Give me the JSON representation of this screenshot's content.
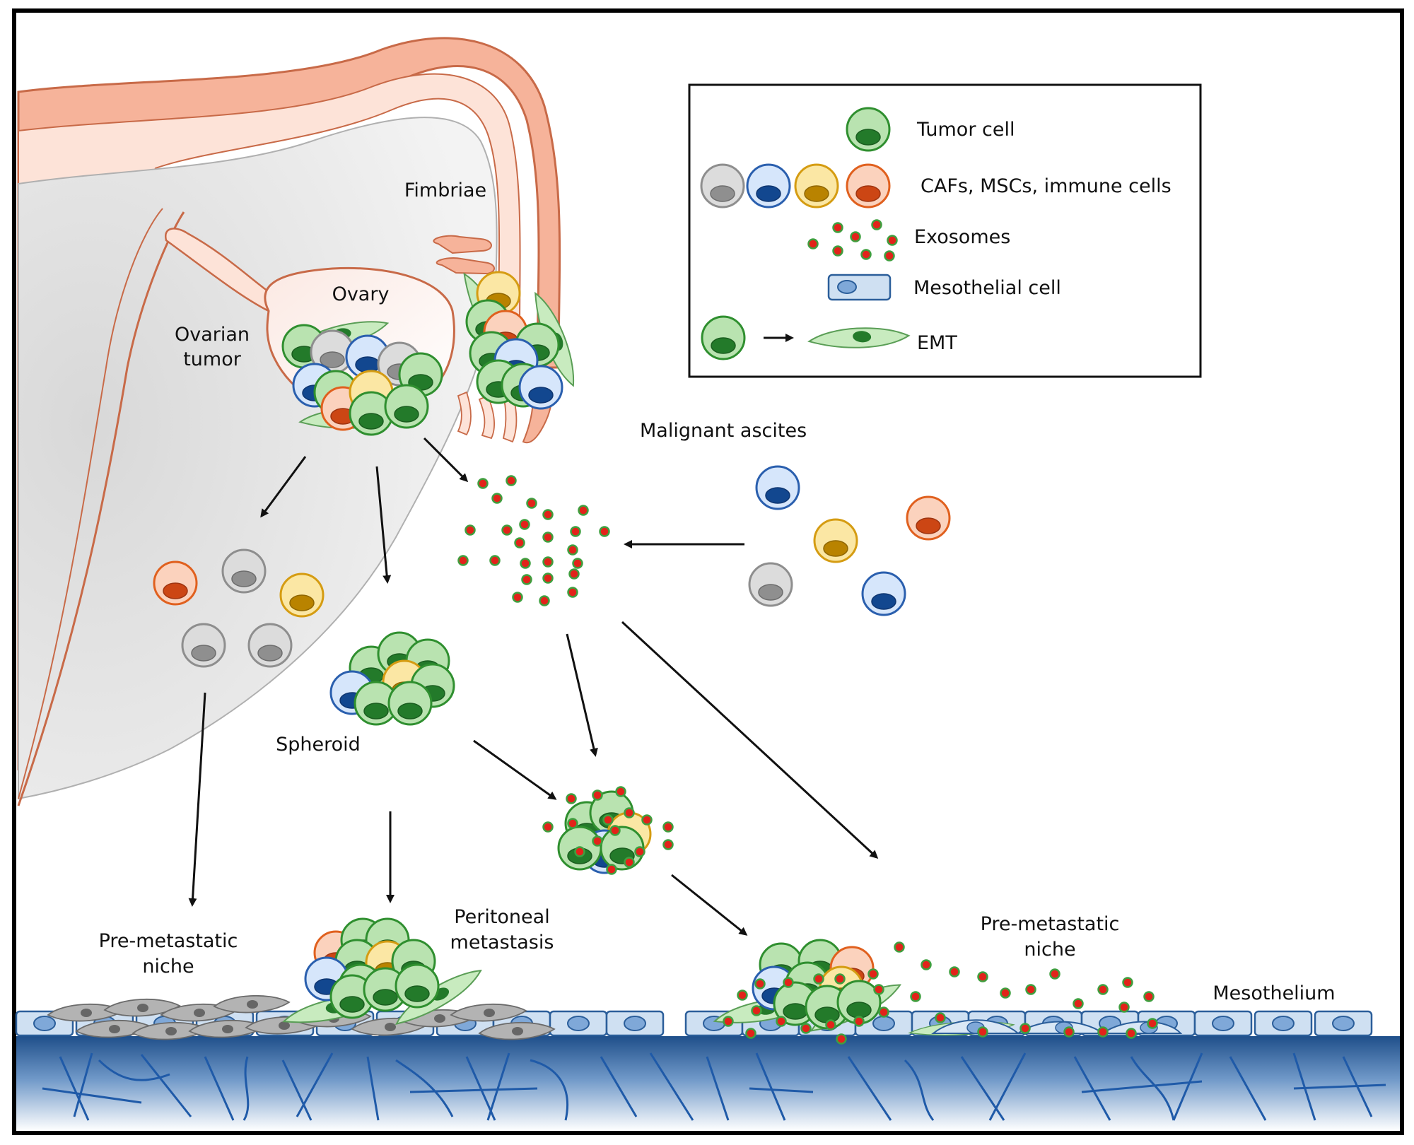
{
  "labels": {
    "fimbriae": "Fimbriae",
    "ovary": "Ovary",
    "ovarian_tumor_line1": "Ovarian",
    "ovarian_tumor_line2": "tumor",
    "malignant_ascites": "Malignant ascites",
    "spheroid": "Spheroid",
    "pre_metastatic_niche_left_line1": "Pre-metastatic",
    "pre_metastatic_niche_left_line2": "niche",
    "peritoneal_metastasis_line1": "Peritoneal",
    "peritoneal_metastasis_line2": "metastasis",
    "pre_metastatic_niche_right_line1": "Pre-metastatic",
    "pre_metastatic_niche_right_line2": "niche",
    "mesothelium": "Mesothelium"
  },
  "legend": {
    "items": [
      {
        "key": "tumor",
        "label": "Tumor cell"
      },
      {
        "key": "stromal",
        "label": "CAFs, MSCs, immune cells"
      },
      {
        "key": "exosomes",
        "label": "Exosomes"
      },
      {
        "key": "mesothelial",
        "label": "Mesothelial cell"
      },
      {
        "key": "emt",
        "label": "EMT"
      }
    ]
  },
  "colors": {
    "tumor_fill": "#b9e3b0",
    "tumor_stroke": "#2f8f2f",
    "tumor_nucleus": "#237a2a",
    "caf_gray": "#c9c9c9",
    "msc_blue": "#2f6fc0",
    "immune_yellow": "#e8b820",
    "immune_orange": "#e8662a",
    "exosome_red": "#e2231a",
    "exosome_ring": "#3f9f3f",
    "mesothelial_fill": "#cfe0f2",
    "mesothelial_stroke": "#2b5e9a",
    "tissue_top": "#1f4f8a",
    "tissue_bottom": "#ffffff",
    "tube_salmon": "#f6b39a",
    "tube_light": "#fde3d8",
    "cavity_gray": "#e6e6e6"
  }
}
